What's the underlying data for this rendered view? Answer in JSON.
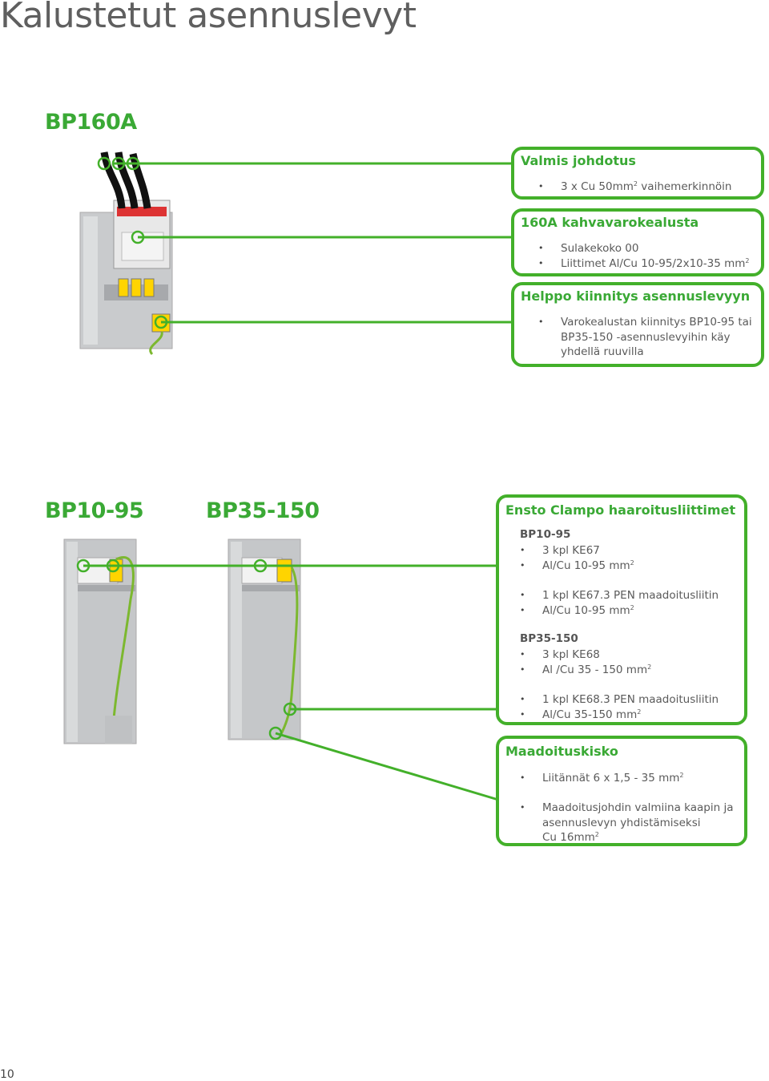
{
  "page": {
    "title": "Kalustetut asennuslevyt",
    "number": "10"
  },
  "bp160a": {
    "heading": "BP160A",
    "boxes": [
      {
        "title": "Valmis johdotus",
        "items": [
          "3 x Cu 50mm",
          "2",
          " vaihemerkinnöin"
        ]
      },
      {
        "title": "160A kahvavarokealusta",
        "items": [
          "Sulakekoko 00",
          "Liittimet Al/Cu 10-95/2x10-35 mm",
          "2"
        ]
      },
      {
        "title": "Helppo kiinnitys asennuslevyyn",
        "lines": [
          "Varokealustan kiinnitys BP10-95 tai",
          "BP35-150 -asennuslevyihin käy",
          "yhdellä ruuvilla"
        ]
      }
    ]
  },
  "lower": {
    "heading_a": "BP10-95",
    "heading_b": "BP35-150",
    "clampo": {
      "title": "Ensto Clampo haaroitusliittimet",
      "groups": [
        {
          "label": "BP10-95",
          "items": [
            {
              "text": "3 kpl KE67"
            },
            {
              "text": "Al/Cu 10-95 mm",
              "sup": "2"
            },
            {
              "text": "1 kpl KE67.3 PEN maadoitusliitin"
            },
            {
              "text": "Al/Cu 10-95 mm",
              "sup": "2"
            }
          ]
        },
        {
          "label": "BP35-150",
          "items": [
            {
              "text": "3 kpl KE68"
            },
            {
              "text": "Al /Cu 35 - 150 mm",
              "sup": "2"
            },
            {
              "text": "1 kpl KE68.3 PEN maadoitusliitin"
            },
            {
              "text": "Al/Cu 35-150 mm",
              "sup": "2"
            }
          ]
        }
      ]
    },
    "earth": {
      "title": "Maadoituskisko",
      "item1": {
        "text": "Liitännät 6 x 1,5 - 35 mm",
        "sup": "2"
      },
      "item2_lines": [
        "Maadoitusjohdin valmiina kaapin ja",
        "asennuslevyn yhdistämiseksi"
      ],
      "item2_last": {
        "text": "Cu 16mm",
        "sup": "2"
      }
    }
  },
  "colors": {
    "accent": "#43b02a",
    "heading_green": "#3aa935",
    "text": "#5a5a5a"
  }
}
